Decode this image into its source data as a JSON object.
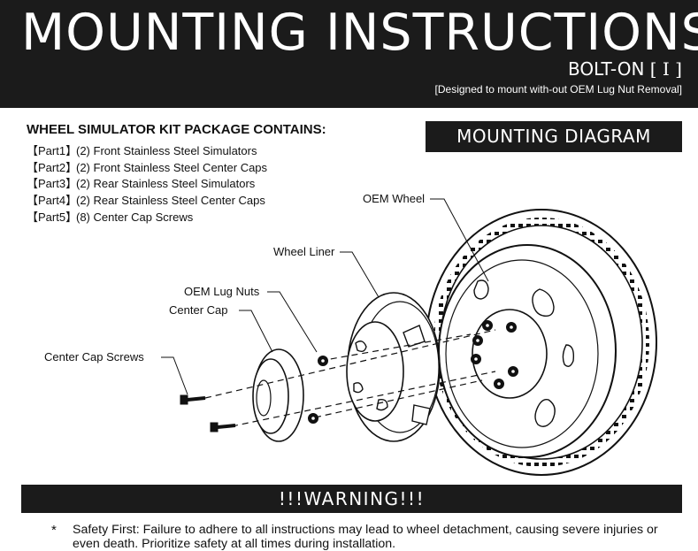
{
  "header": {
    "title": "MOUNTING INSTRUCTIONS",
    "subtitle": "BOLT-ON",
    "subtitle_tag": "[ I ]",
    "tagline": "[Designed to mount with-out OEM Lug Nut Removal]"
  },
  "kit": {
    "heading": "WHEEL SIMULATOR KIT PACKAGE CONTAINS:",
    "parts": [
      {
        "label": "【Part1】",
        "text": "(2) Front Stainless Steel Simulators"
      },
      {
        "label": "【Part2】",
        "text": "(2) Front Stainless Steel Center Caps"
      },
      {
        "label": "【Part3】",
        "text": "(2) Rear Stainless Steel Simulators"
      },
      {
        "label": "【Part4】",
        "text": "(2) Rear Stainless Steel Center Caps"
      },
      {
        "label": "【Part5】",
        "text": "(8) Center Cap Screws"
      }
    ]
  },
  "diagram": {
    "banner": "MOUNTING DIAGRAM",
    "labels": {
      "oem_wheel": "OEM Wheel",
      "wheel_liner": "Wheel Liner",
      "oem_lug_nuts": "OEM Lug Nuts",
      "center_cap": "Center Cap",
      "center_cap_screws": "Center Cap Screws"
    }
  },
  "warning": {
    "banner": "!!!WARNING!!!",
    "bullet": "*",
    "text": "Safety First: Failure to adhere to all instructions may lead to wheel detachment, causing severe injuries or even death. Prioritize safety at all times during installation."
  }
}
